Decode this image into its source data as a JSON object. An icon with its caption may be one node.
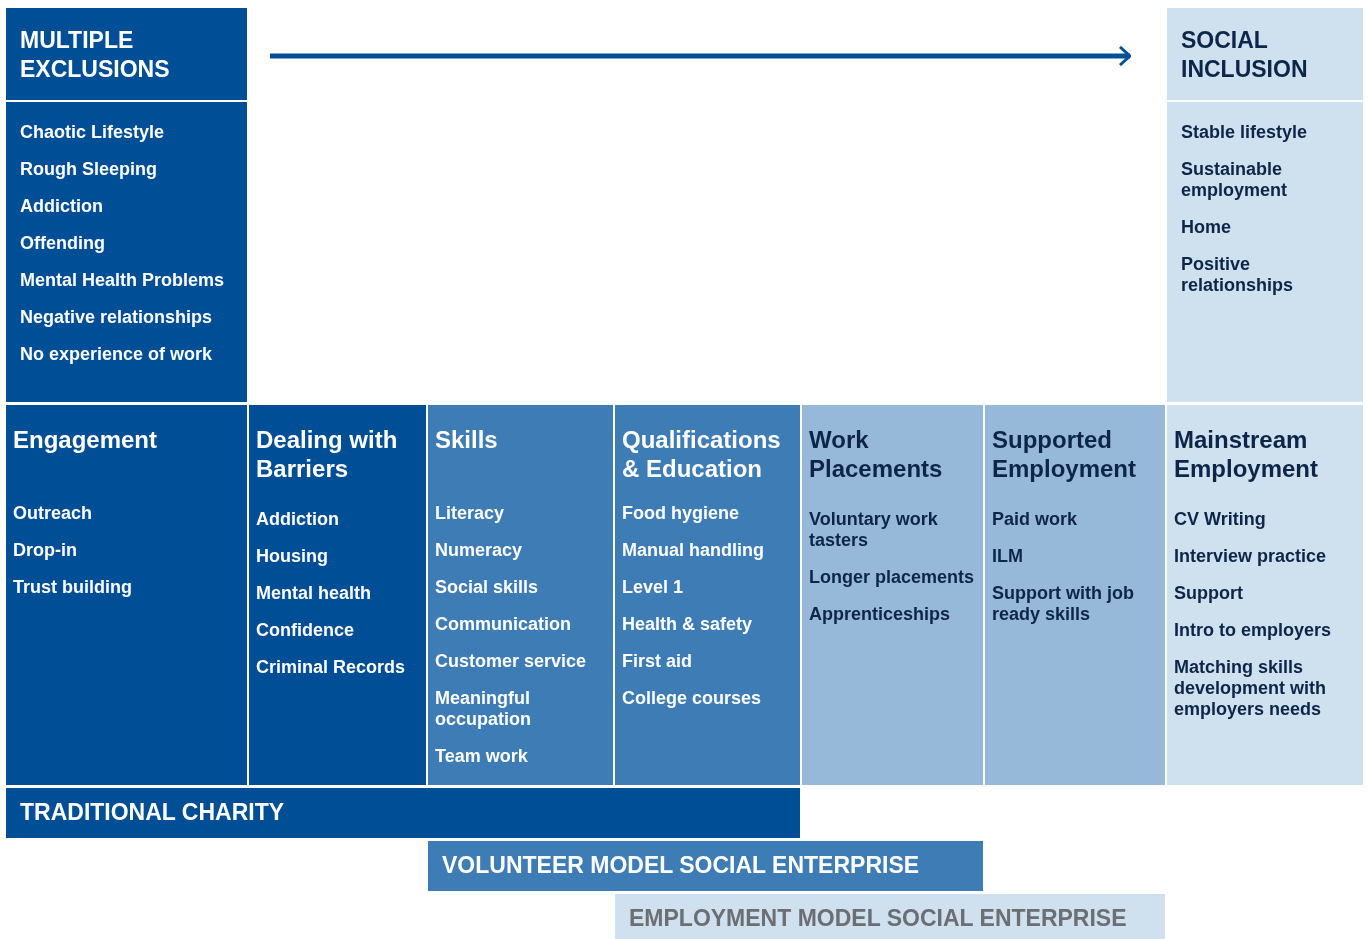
{
  "diagram": {
    "nodes": [
      {
        "text": [
          "MULTIPLE EXCLUSIONS",
          "Chaotic Lifestyle",
          "Rough Sleeping",
          "Addiction",
          "Offending",
          "Mental Health Problems",
          "Negative relationships",
          "No experience of work"
        ]
      },
      {
        "text": [
          "SOCIAL INCLUSION",
          "Stable lifestyle",
          "Sustainable employment",
          "Home",
          "Positive relationships"
        ]
      },
      {
        "text": [
          "Engagement",
          "Outreach",
          "Drop-in",
          "Trust building"
        ]
      },
      {
        "text": [
          "Dealing with Barriers",
          "Addiction",
          "Housing",
          "Mental health",
          "Confidence",
          "Criminal Records"
        ]
      },
      {
        "text": [
          "Skills",
          "Literacy",
          "Numeracy",
          "Social skills",
          "Communication",
          "Customer service",
          "Meaningful occupation",
          "Team work"
        ]
      },
      {
        "text": [
          "Qualifications & Education",
          "Food hygiene",
          "Manual handling",
          "Level 1",
          "Health & safety",
          "First aid",
          "College courses"
        ]
      },
      {
        "text": [
          "Work Placements",
          "Voluntary work tasters",
          "Longer placements",
          "Apprenticeships"
        ]
      },
      {
        "text": [
          "Supported Employment",
          "Paid work",
          "ILM",
          "Support with job ready skills"
        ]
      },
      {
        "text": [
          "Mainstream Employment",
          "CV Writing",
          "Interview practice",
          "Support",
          "Intro to employers",
          "Matching skills development with employers needs"
        ]
      },
      {
        "text": [
          "TRADITIONAL CHARITY"
        ]
      },
      {
        "text": [
          "VOLUNTEER MODEL SOCIAL ENTERPRISE"
        ]
      },
      {
        "text": [
          "EMPLOYMENT MODEL SOCIAL ENTERPRISE"
        ]
      }
    ],
    "edges": [
      {
        "from": 0,
        "to": 1,
        "arrow": "to"
      }
    ]
  }
}
